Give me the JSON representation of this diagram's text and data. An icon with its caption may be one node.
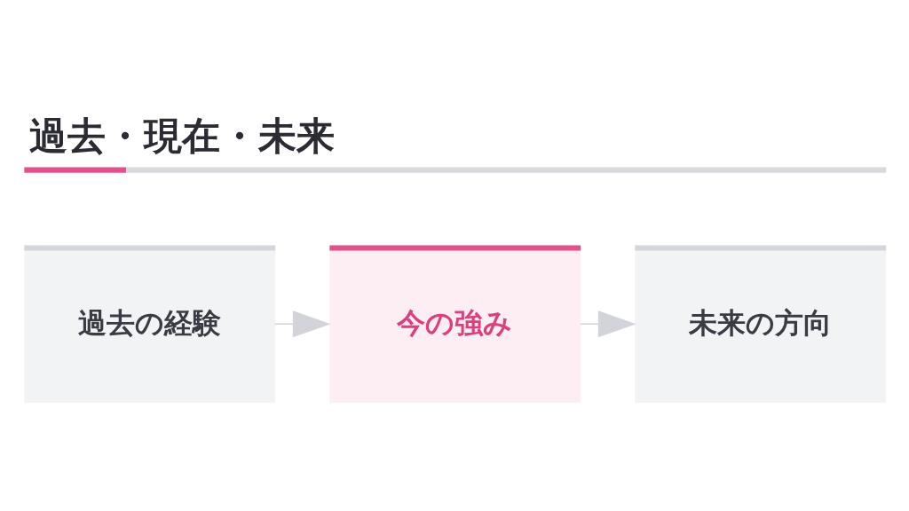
{
  "diagram": {
    "title": "過去・現在・未来",
    "nodes": [
      {
        "text": [
          "過去の経験"
        ]
      },
      {
        "text": [
          "今の強み"
        ]
      },
      {
        "text": [
          "未来の方向"
        ]
      }
    ],
    "edges": [
      {
        "from": 0,
        "to": 1,
        "arrow": "to"
      },
      {
        "from": 1,
        "to": 2,
        "arrow": "to"
      }
    ]
  }
}
